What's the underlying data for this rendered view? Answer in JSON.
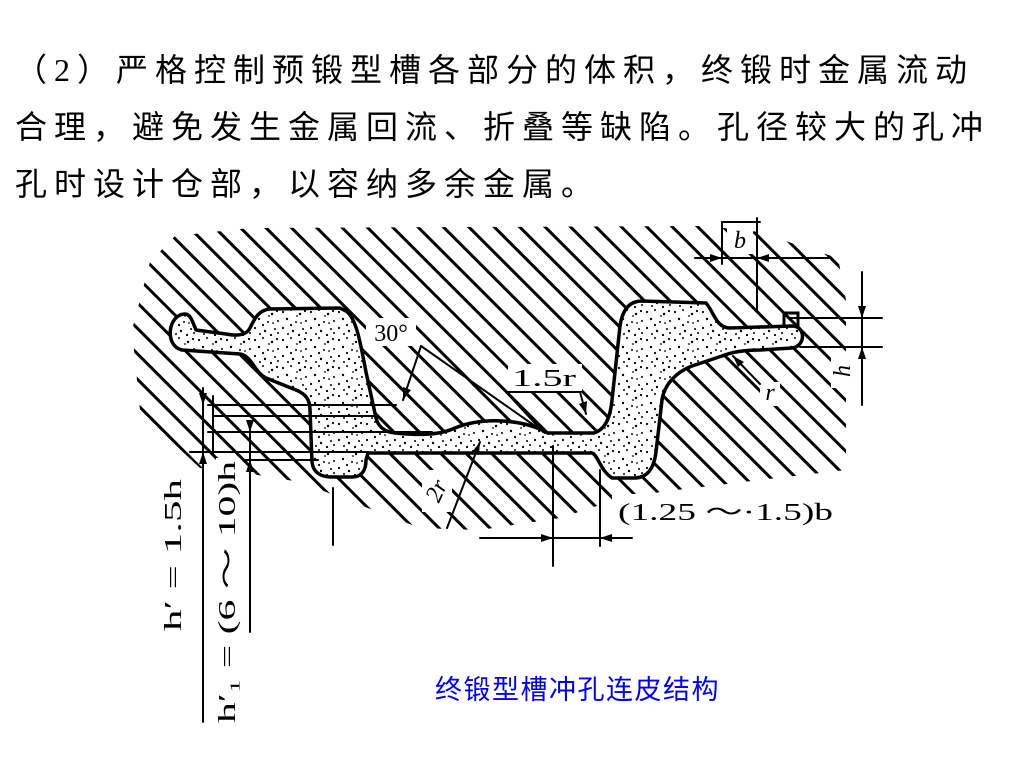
{
  "slide": {
    "body": {
      "lines": [
        "（2）严格控制预锻型槽各部分的体积，终锻时金属流动",
        "合理，避免发生金属回流、折叠等缺陷。孔径较大的孔冲",
        "孔时设计仓部，以容纳多余金属。"
      ]
    },
    "figure": {
      "caption": "终锻型槽冲孔连皮结构",
      "labels": {
        "label_b": "b",
        "label_30deg": "30°",
        "label_1_5r": "1.5r",
        "label_r": "r",
        "label_h": "h",
        "label_2r": "2r",
        "label_width_range": "(1.25 ～·1.5)b",
        "label_h_prime": "h′ = 1.5h",
        "label_h_prime_1": "h′₁ = (6 ～ 10)h"
      }
    },
    "colors": {
      "text": "#000000",
      "caption": "#0000FF",
      "hatch": "#000000",
      "background": "#FFFFFF"
    }
  }
}
